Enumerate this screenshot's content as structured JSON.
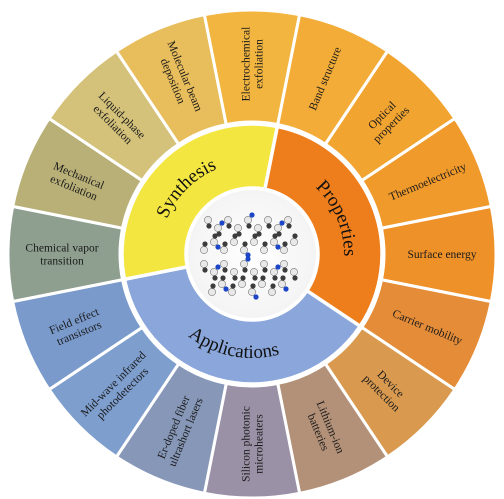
{
  "colors": {
    "synthesis_ring": "#F4E640",
    "properties_ring": "#EE7D1B",
    "applications_ring": "#8AA6DA",
    "molecule_dark": "#3c3c3c",
    "molecule_blue": "#1c45c8",
    "molecule_white": "#e8e8e8"
  },
  "center": {
    "icon": "molecule-structure-icon"
  },
  "categories": [
    {
      "id": "synthesis",
      "label": "Synthesis",
      "color": "#F4E640",
      "items": [
        {
          "label": [
            "Chemical vapor",
            "transition"
          ],
          "color": "#8E9F90"
        },
        {
          "label": [
            "Mechanical",
            "exfoliation"
          ],
          "color": "#B9B078"
        },
        {
          "label": [
            "Liquid-phase",
            "exfoliation"
          ],
          "color": "#D4C27A"
        },
        {
          "label": [
            "Molecular beam",
            "deposition"
          ],
          "color": "#E8BD5C"
        },
        {
          "label": [
            "Electrochemical",
            "exfoliation"
          ],
          "color": "#F2B640"
        }
      ]
    },
    {
      "id": "properties",
      "label": "Properties",
      "color": "#EE7D1B",
      "items": [
        {
          "label": [
            "Band structure"
          ],
          "color": "#F3AC38"
        },
        {
          "label": [
            "Optical",
            "properties"
          ],
          "color": "#F2A431"
        },
        {
          "label": [
            "Thermoelectricity"
          ],
          "color": "#F09A2C"
        },
        {
          "label": [
            "Surface energy"
          ],
          "color": "#EE9128"
        },
        {
          "label": [
            "Carrier mobility"
          ],
          "color": "#E58C38"
        }
      ]
    },
    {
      "id": "applications",
      "label": "Applications",
      "color": "#8AA6DA",
      "items": [
        {
          "label": [
            "Device",
            "protection"
          ],
          "color": "#D99A50"
        },
        {
          "label": [
            "Lithium-ion",
            "batteries"
          ],
          "color": "#B39178"
        },
        {
          "label": [
            "Silicon photonic",
            "microheaters"
          ],
          "color": "#9B91A6"
        },
        {
          "label": [
            "Er-doped fiber",
            "ultrashort lasers"
          ],
          "color": "#8697B8"
        },
        {
          "label": [
            "Mid-wave infrared",
            "photodetectors"
          ],
          "color": "#7E9ECE"
        },
        {
          "label": [
            "Field effect",
            "transistors"
          ],
          "color": "#7A9ACC"
        }
      ]
    }
  ]
}
